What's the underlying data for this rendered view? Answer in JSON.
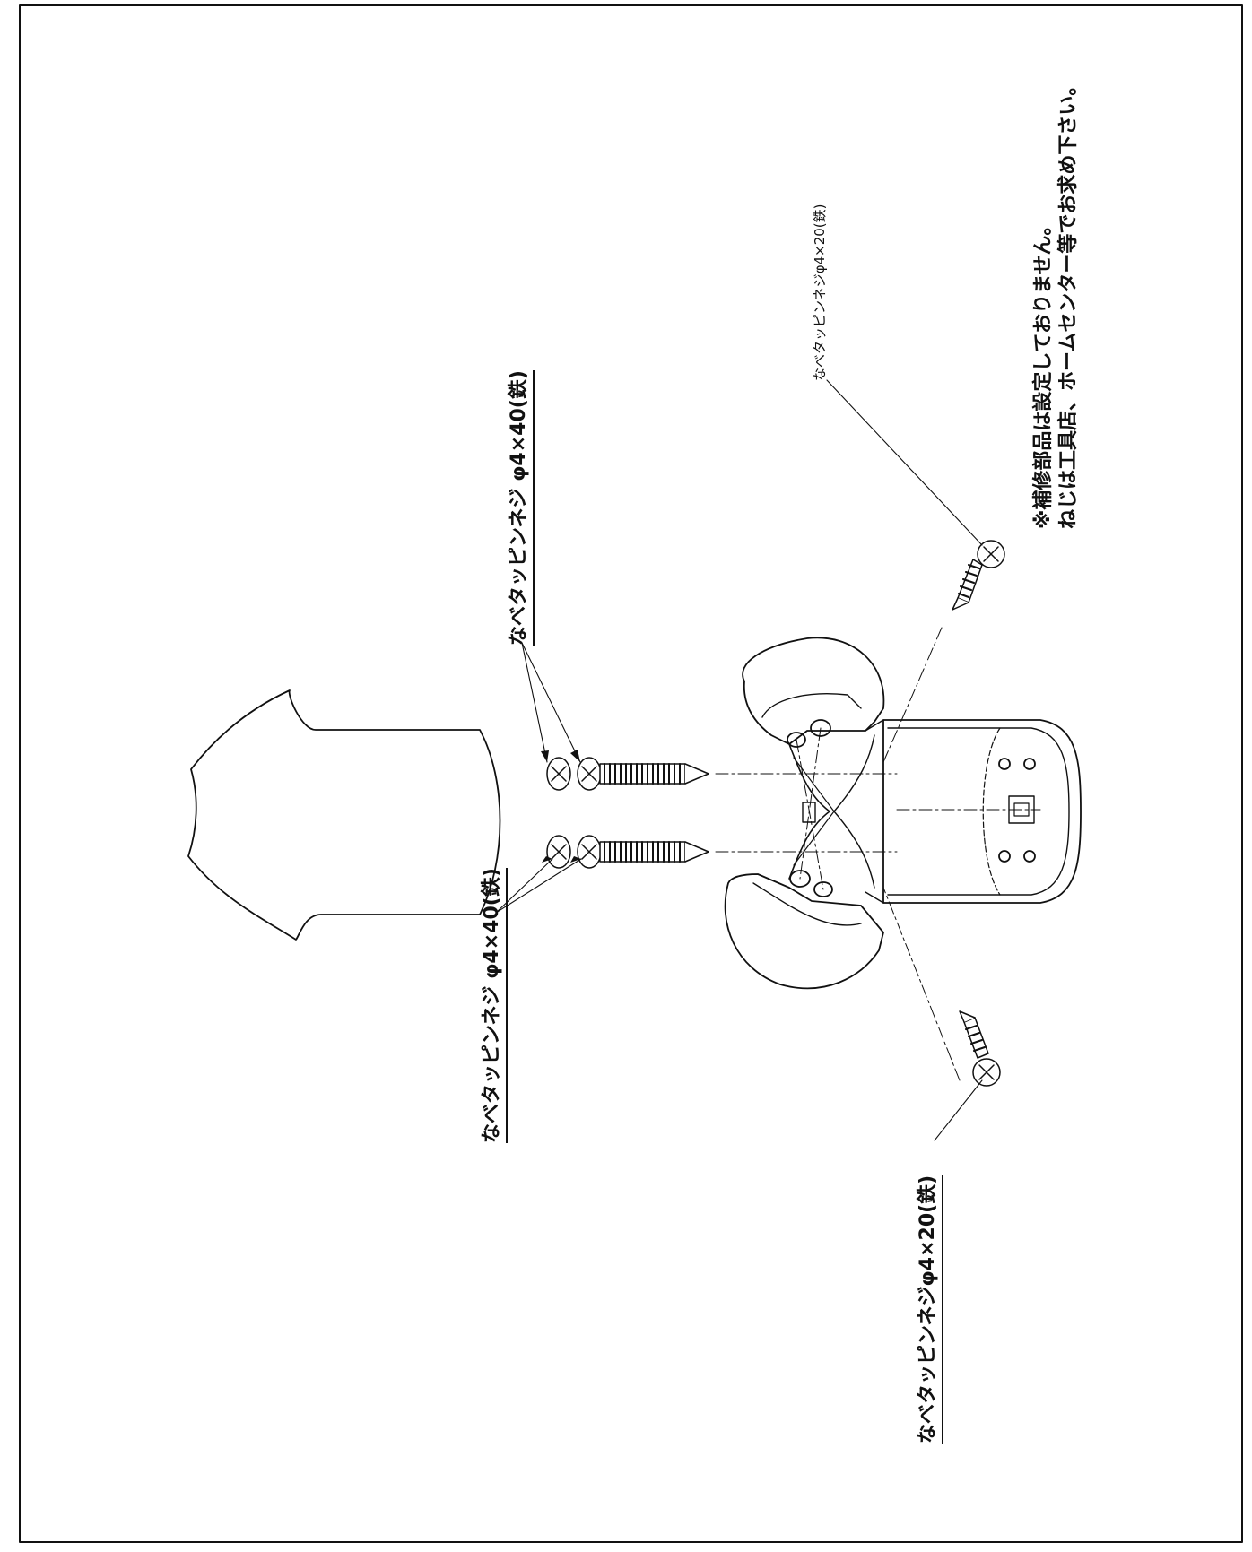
{
  "labels": {
    "screw_long_top": "なべタッピンネジ φ4×40(鉄)",
    "screw_long_bottom": "なべタッピンネジ φ4×40(鉄)",
    "screw_short_top": "なべタッピンネジφ4×20(鉄)",
    "screw_short_bottom": "なべタッピンネジφ4×20(鉄)"
  },
  "note": {
    "line1": "※補修部品は設定しておりません。",
    "line2": "ねじは工具店、ホームセンター等でお求め下さい。"
  }
}
